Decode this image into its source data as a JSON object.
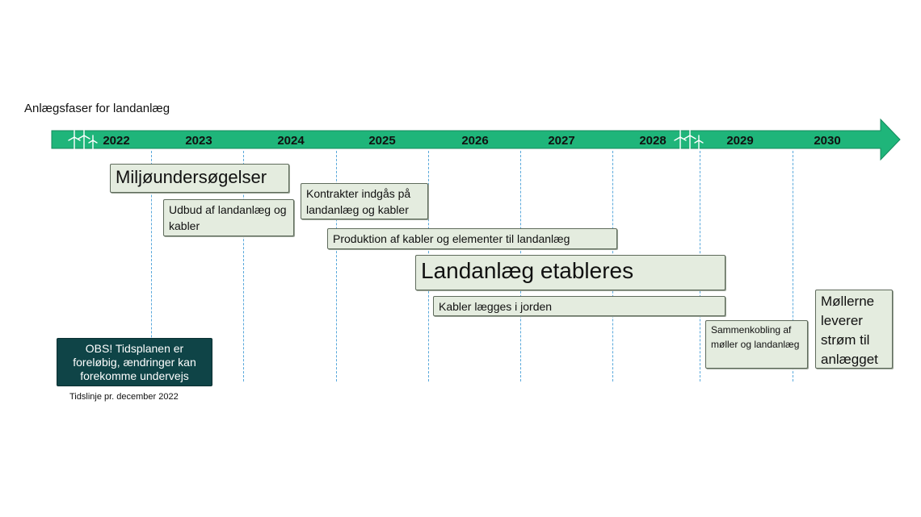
{
  "title": "Anlægsfaser for landanlæg",
  "years": [
    "2022",
    "2023",
    "2024",
    "2025",
    "2026",
    "2027",
    "2028",
    "2029",
    "2030"
  ],
  "colors": {
    "arrow": "#1fb57a",
    "box_fill": "#e4ecdf",
    "note_fill": "#0f4447",
    "dashed_line": "#5aa9dc"
  },
  "phases": {
    "miljo": "Miljøundersøgelser",
    "udbud": "Udbud af landanlæg og kabler",
    "kontrakter": "Kontrakter indgås på landanlæg og kabler",
    "produktion": "Produktion af kabler og elementer til landanlæg",
    "landanlaeg": "Landanlæg etableres",
    "kabler": "Kabler lægges i jorden",
    "sammenkobling": "Sammenkobling af møller og landanlæg",
    "mollerne": "Møllerne leverer strøm til anlægget"
  },
  "note": "OBS! Tidsplanen er foreløbig, ændringer kan forekomme undervejs",
  "footnote": "Tidslinje pr. december 2022",
  "icons": [
    "wind-turbine-icon",
    "wind-turbine-icon"
  ]
}
